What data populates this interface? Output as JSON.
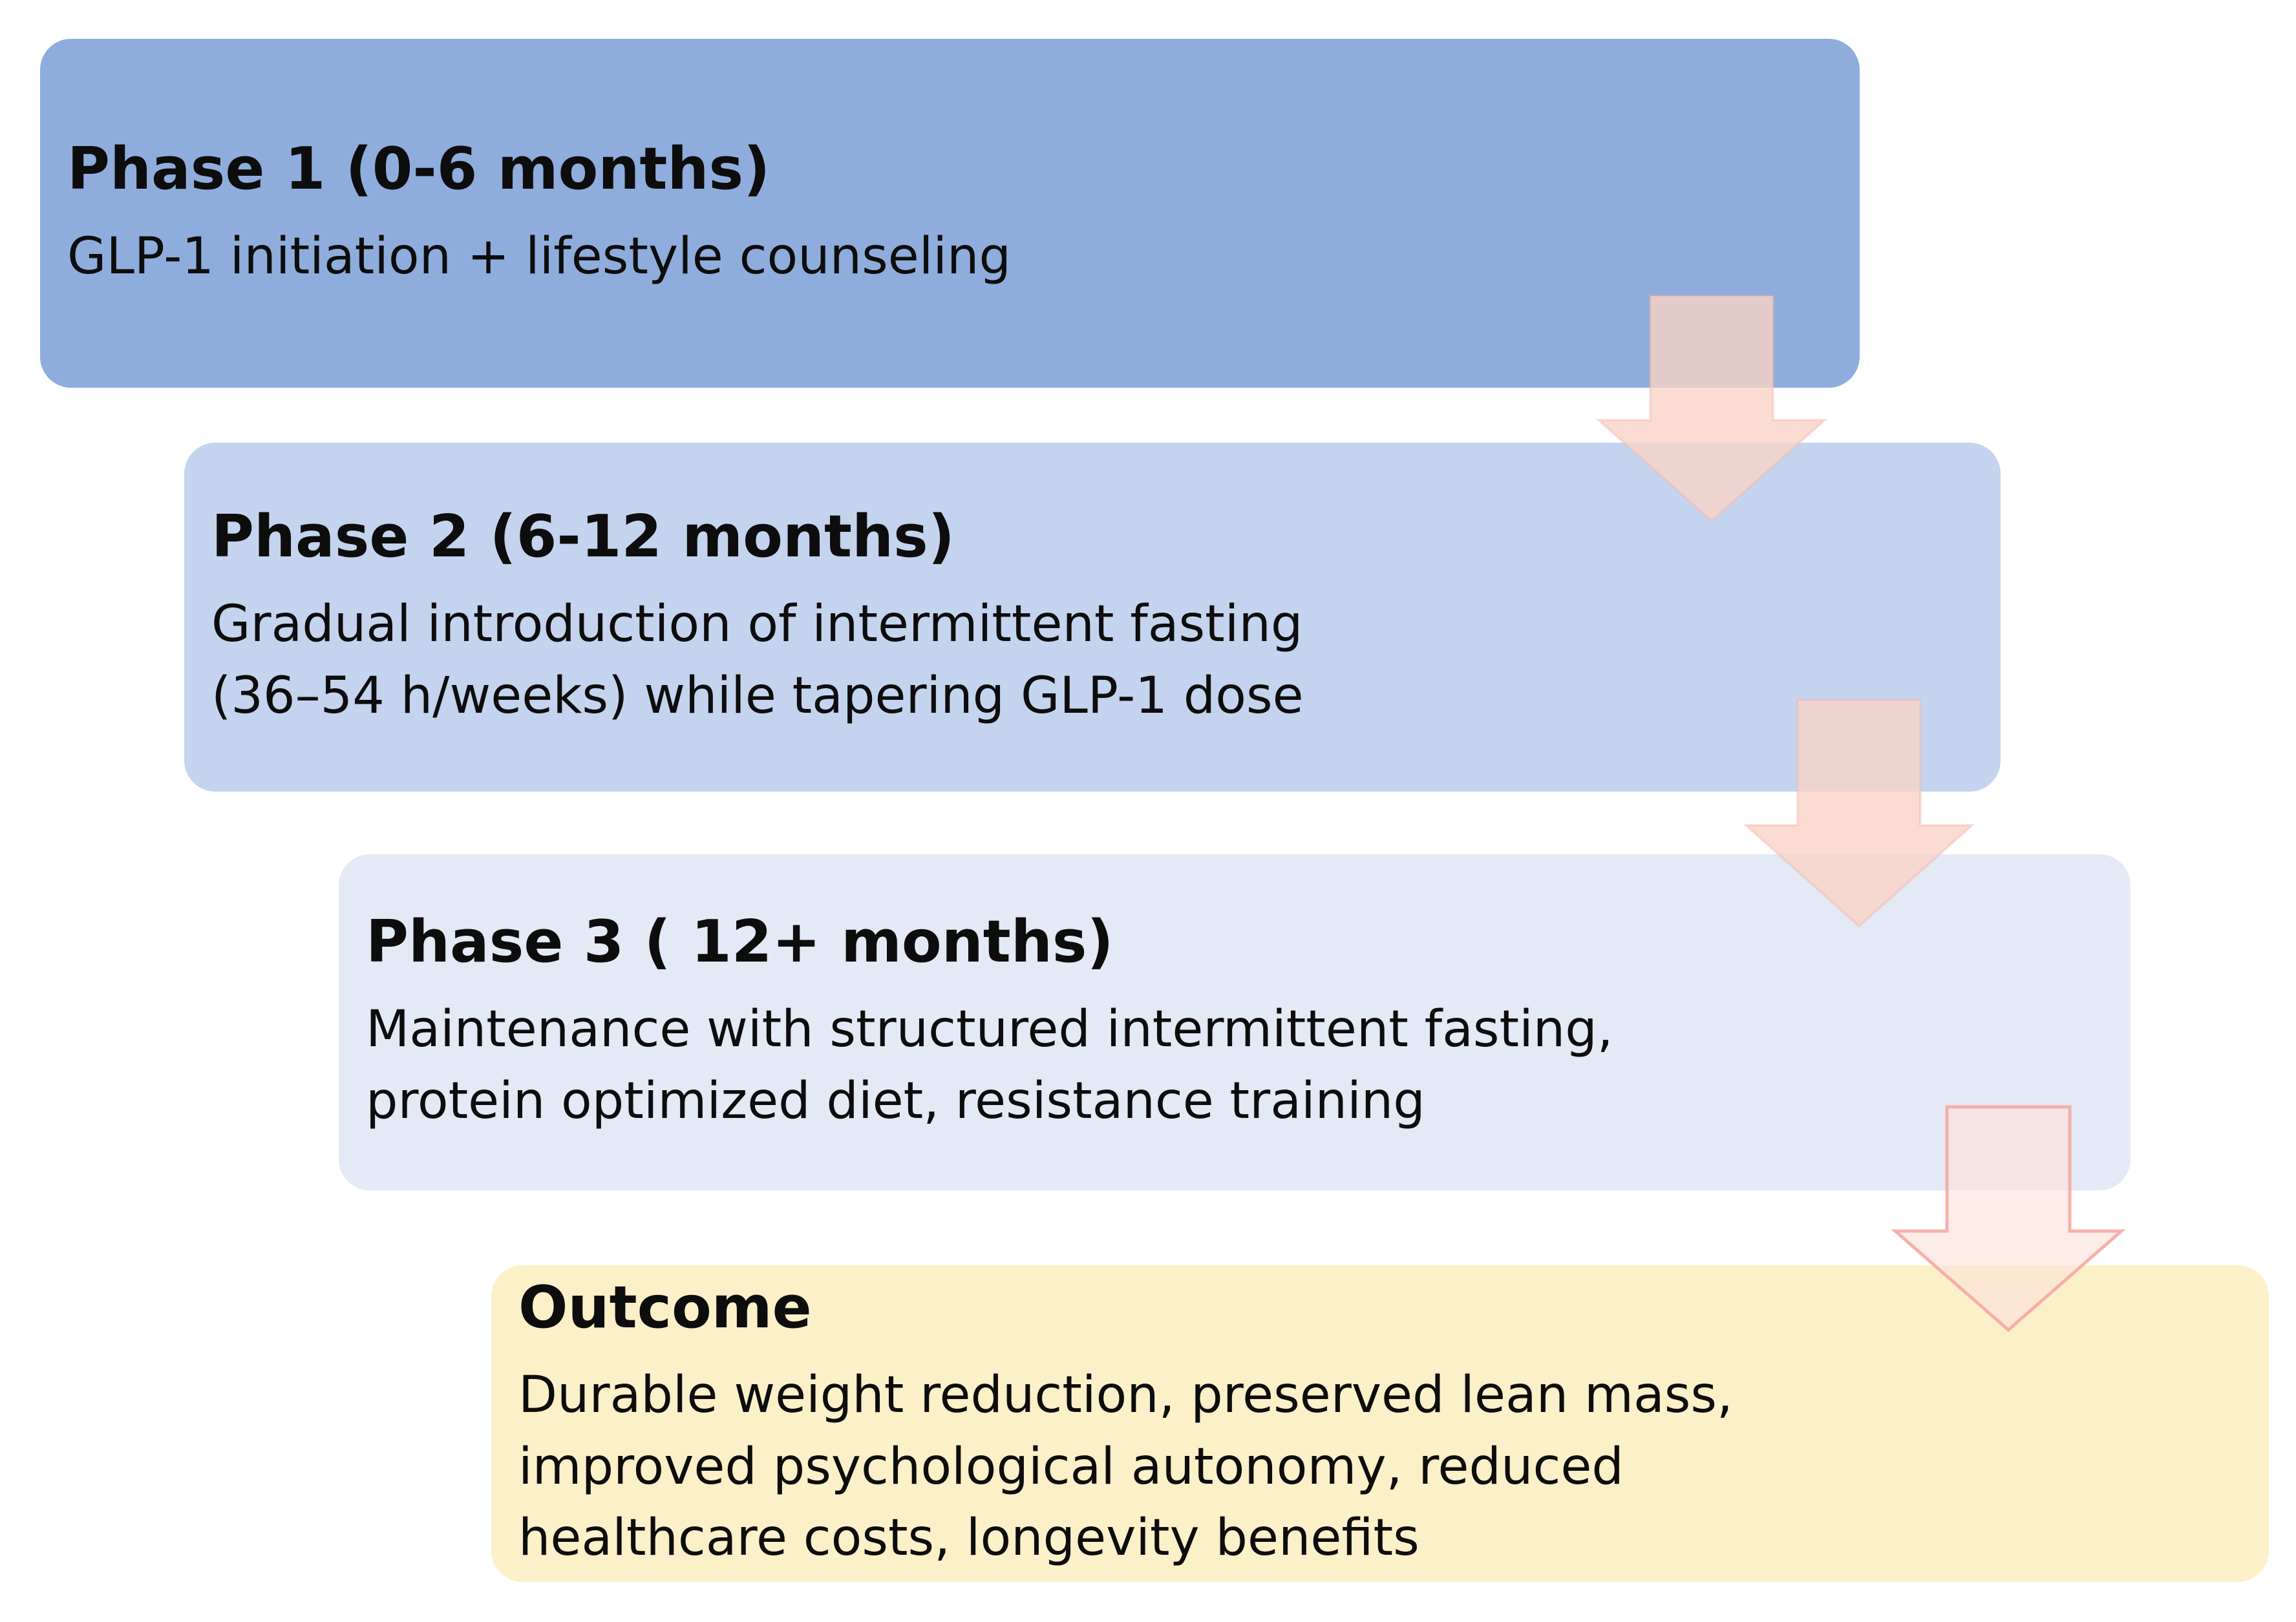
{
  "canvas": {
    "background": "#ffffff",
    "text_color": "#0d0d0d"
  },
  "diagram": {
    "type": "flowchart",
    "boxes": [
      {
        "id": "phase-1",
        "title": "Phase 1 (0-6 months)",
        "lines": [
          "GLP-1 initiation + lifestyle counseling"
        ],
        "fill": "#8faddc"
      },
      {
        "id": "phase-2",
        "title": "Phase 2 (6-12 months)",
        "lines": [
          "Gradual introduction of intermittent fasting",
          "(36–54 h/weeks) while tapering GLP-1 dose"
        ],
        "fill": "#c4d4ee"
      },
      {
        "id": "phase-3",
        "title": "Phase 3 ( 12+ months)",
        "lines": [
          "Maintenance with structured intermittent fasting,",
          "protein optimized diet, resistance training"
        ],
        "fill": "#e3e9f5"
      },
      {
        "id": "outcome",
        "title": "Outcome",
        "lines": [
          "Durable weight reduction, preserved lean mass,",
          "improved psychological autonomy, reduced",
          "healthcare costs, longevity benefits"
        ],
        "fill": "#fcf0c9"
      }
    ],
    "arrows": [
      {
        "id": "arrow-1",
        "direction": "down",
        "fill": "rgba(249,211,199,0.80)",
        "stroke": "rgba(243,176,168,0.35)"
      },
      {
        "id": "arrow-2",
        "direction": "down",
        "fill": "rgba(249,211,199,0.80)",
        "stroke": "rgba(243,176,168,0.35)"
      },
      {
        "id": "arrow-3",
        "direction": "down",
        "fill": "rgba(252,226,219,0.66)",
        "stroke": "rgba(245,164,158,0.85)"
      }
    ]
  }
}
